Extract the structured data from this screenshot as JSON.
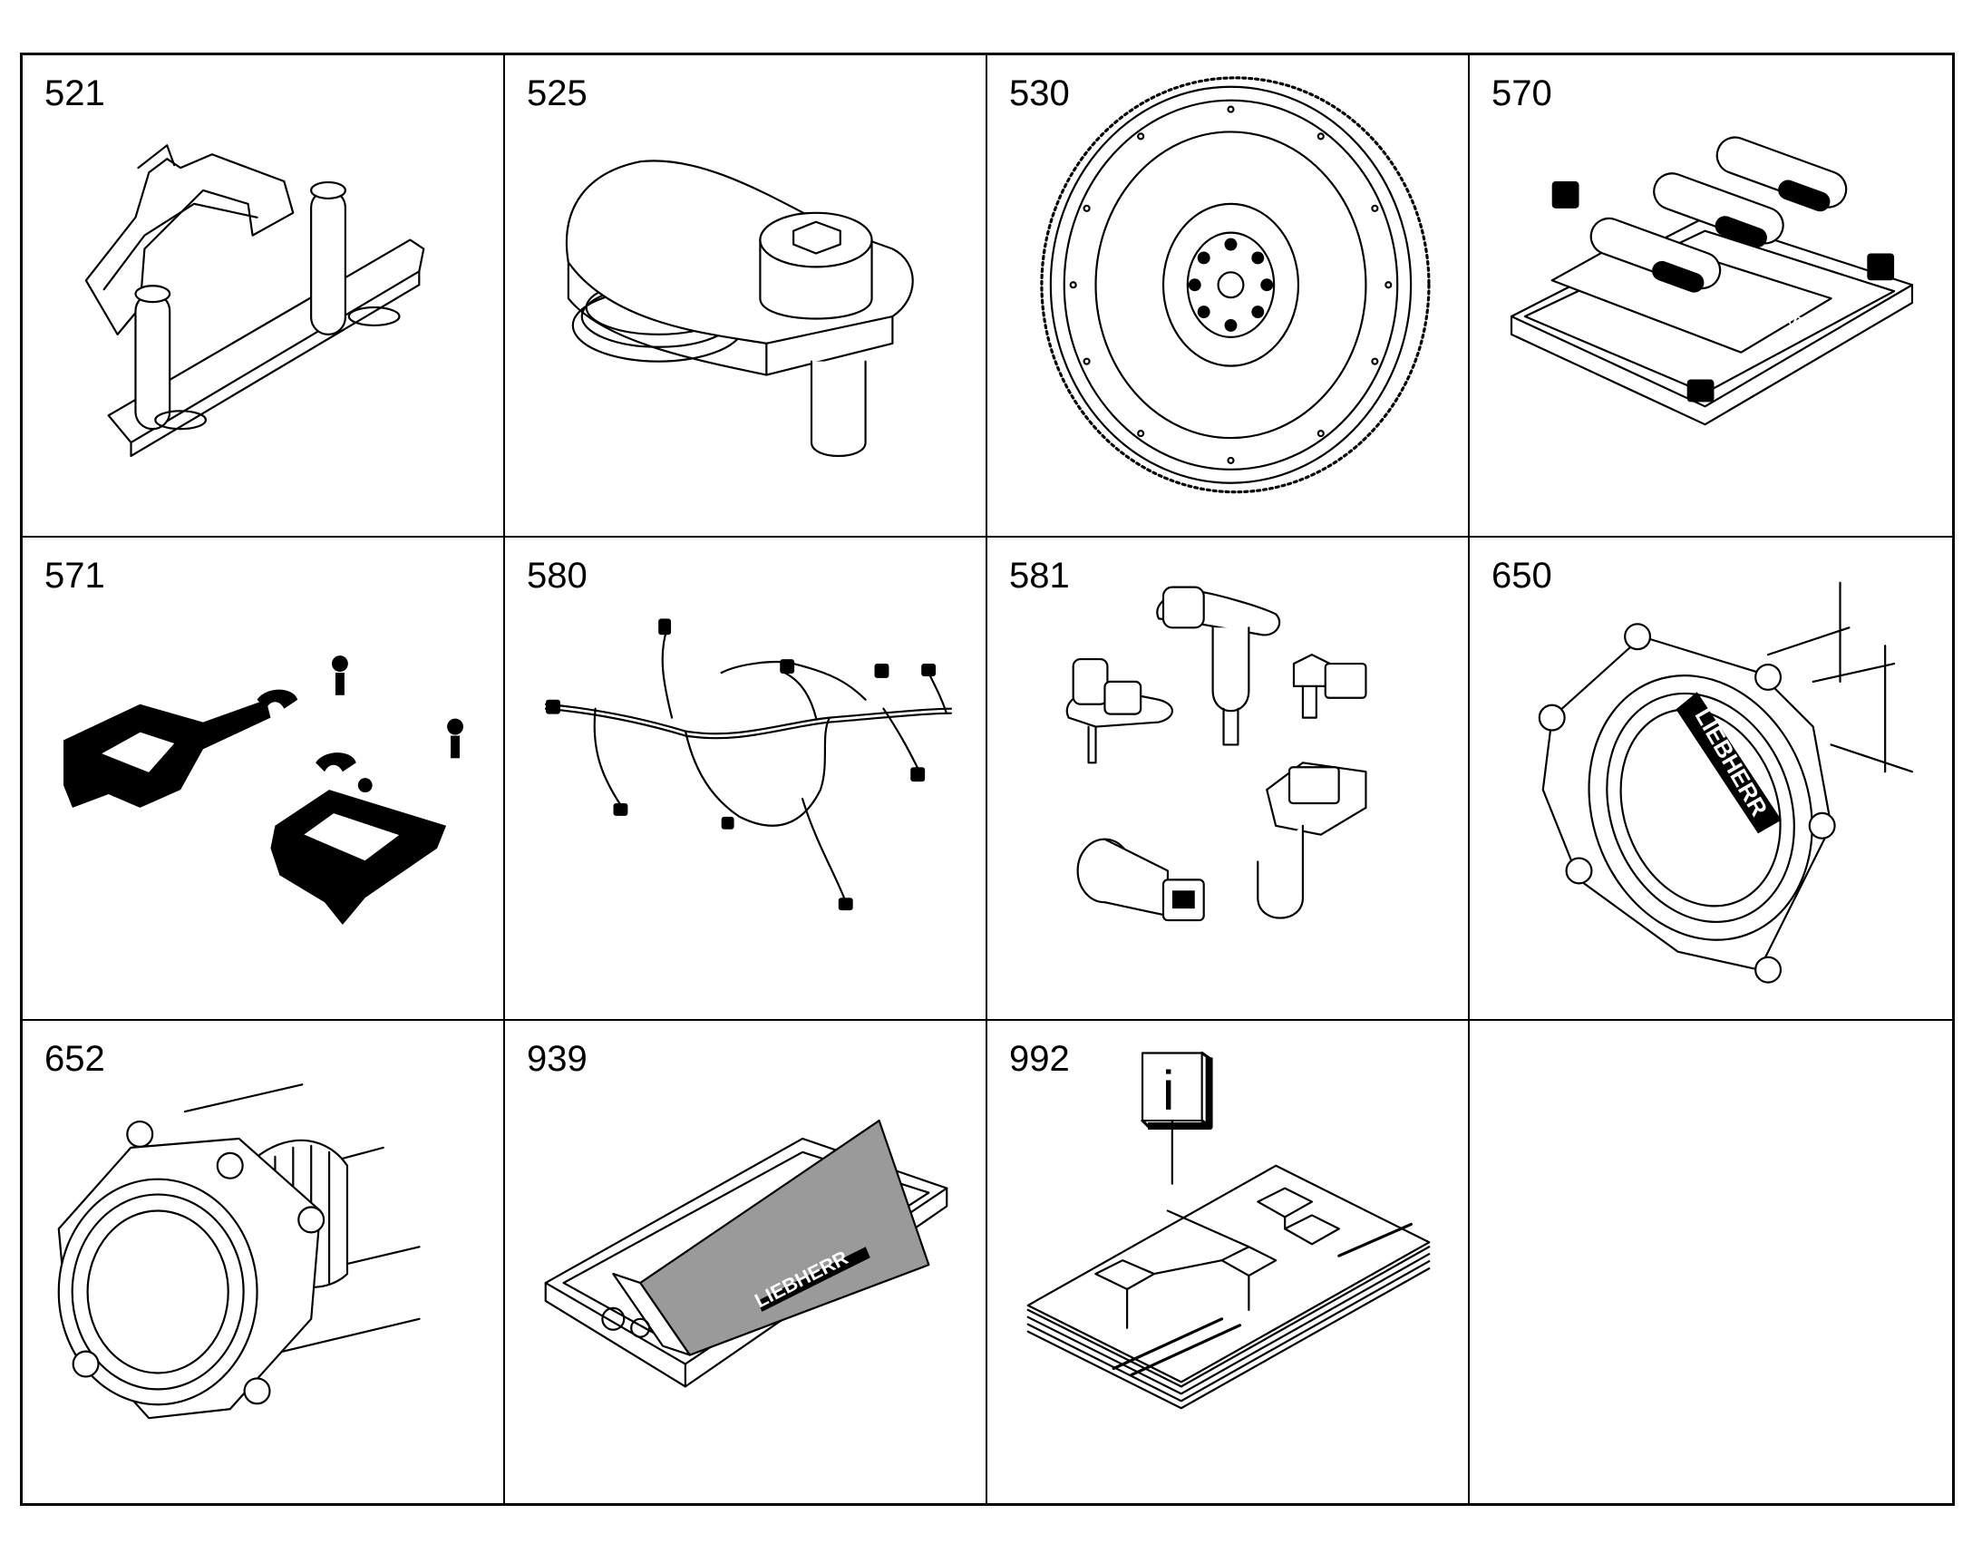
{
  "cells": [
    {
      "number": "521",
      "icon": "bracket-with-pins-icon"
    },
    {
      "number": "525",
      "icon": "cover-cap-icon"
    },
    {
      "number": "530",
      "icon": "flywheel-icon"
    },
    {
      "number": "570",
      "icon": "valve-block-icon"
    },
    {
      "number": "571",
      "icon": "mounting-brackets-icon"
    },
    {
      "number": "580",
      "icon": "wiring-harness-icon"
    },
    {
      "number": "581",
      "icon": "sensors-icon"
    },
    {
      "number": "650",
      "icon": "housing-cover-icon"
    },
    {
      "number": "652",
      "icon": "drive-housing-icon"
    },
    {
      "number": "939",
      "icon": "spare-parts-kit-icon"
    },
    {
      "number": "992",
      "icon": "documentation-icon"
    },
    {
      "number": "",
      "icon": ""
    }
  ],
  "labels": {
    "brand": "LIEBHERR",
    "info_symbol": "i"
  }
}
